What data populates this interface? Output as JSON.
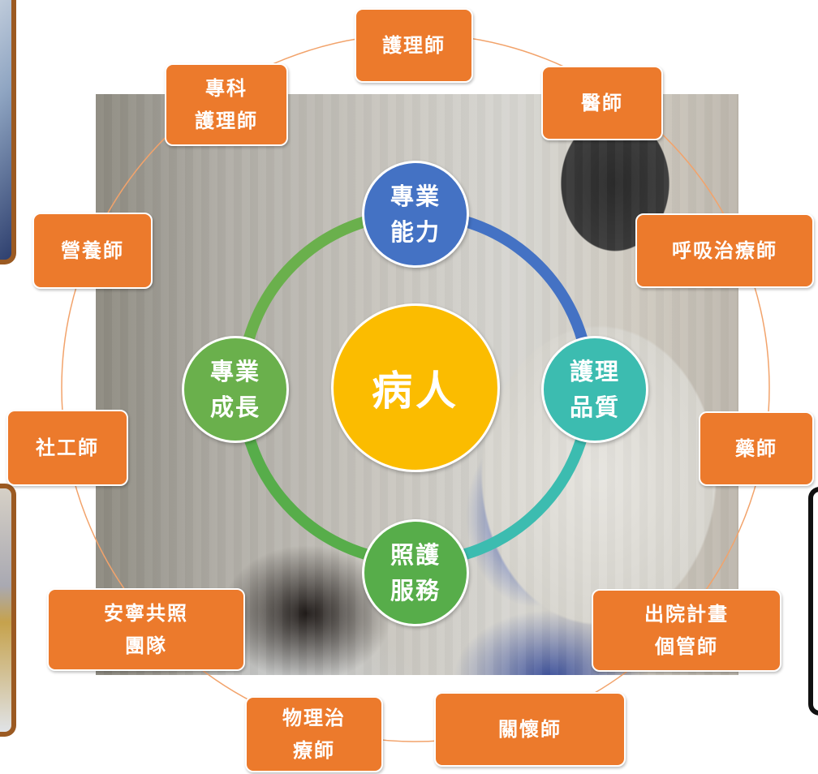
{
  "colors": {
    "role_box": "#ec7a2c",
    "center": "#fbbc00",
    "professional_ability": "#4472c4",
    "nursing_quality": "#3cbcb0",
    "care_service": "#57ad4a",
    "professional_growth": "#6ab04c",
    "connector": "#f2a36b"
  },
  "center": {
    "label": "病人"
  },
  "core_circles": [
    {
      "key": "professional_ability",
      "lines": [
        "專業",
        "能力"
      ]
    },
    {
      "key": "nursing_quality",
      "lines": [
        "護理",
        "品質"
      ]
    },
    {
      "key": "care_service",
      "lines": [
        "照護",
        "服務"
      ]
    },
    {
      "key": "professional_growth",
      "lines": [
        "專業",
        "成長"
      ]
    }
  ],
  "team_roles": [
    {
      "key": "nurse",
      "lines": [
        "護理師"
      ]
    },
    {
      "key": "doctor",
      "lines": [
        "醫師"
      ]
    },
    {
      "key": "respiratory_therapist",
      "lines": [
        "呼吸治療師"
      ]
    },
    {
      "key": "pharmacist",
      "lines": [
        "藥師"
      ]
    },
    {
      "key": "discharge_case_manager",
      "lines": [
        "出院計畫",
        "個管師"
      ]
    },
    {
      "key": "chaplain",
      "lines": [
        "關懷師"
      ]
    },
    {
      "key": "physical_therapist",
      "lines": [
        "物理治",
        "療師"
      ]
    },
    {
      "key": "hospice_team",
      "lines": [
        "安寧共照",
        "團隊"
      ]
    },
    {
      "key": "social_worker",
      "lines": [
        "社工師"
      ]
    },
    {
      "key": "dietitian",
      "lines": [
        "營養師"
      ]
    },
    {
      "key": "nurse_practitioner",
      "lines": [
        "專科",
        "護理師"
      ]
    }
  ]
}
